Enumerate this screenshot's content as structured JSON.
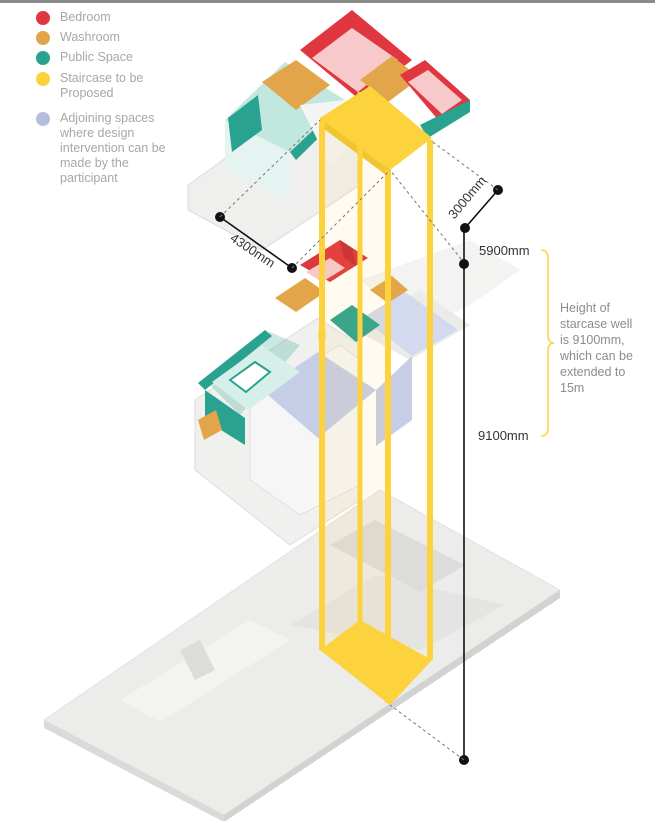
{
  "legend": {
    "bedroom": {
      "label": "Bedroom",
      "color": "#e0363f"
    },
    "washroom": {
      "label": "Washroom",
      "color": "#e3a54a"
    },
    "public_space": {
      "label": "Public Space",
      "color": "#2aa290"
    },
    "staircase": {
      "label": "Staircase to be Proposed",
      "color": "#fcd23d"
    },
    "adjoining": {
      "label": "Adjoining spaces where design intervention can be made by the participant",
      "color": "#b4bfdd"
    }
  },
  "dimensions": {
    "width": "4300mm",
    "depth": "3000mm",
    "upper": "5900mm",
    "lower": "9100mm"
  },
  "note": "Height of starcase well is 9100mm, which can be extended to 15m"
}
